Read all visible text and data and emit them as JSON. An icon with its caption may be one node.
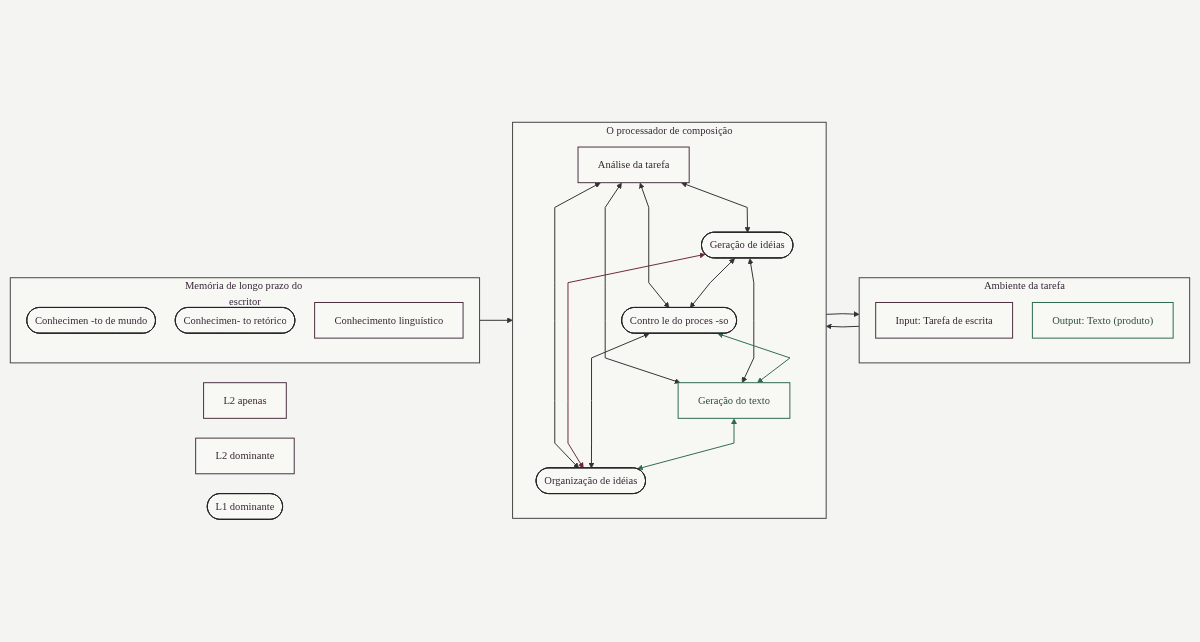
{
  "diagram": {
    "nodes": [
      {
        "text": [
          "Ambiente da tarefa"
        ]
      },
      {
        "text": [
          "Input: Tarefa de escrita"
        ],
        "in": 0
      },
      {
        "text": [
          "Output: Texto (produto)"
        ],
        "in": 0
      },
      {
        "text": [
          "O processador de composição"
        ]
      },
      {
        "text": [
          "Análise da tarefa"
        ],
        "in": 3
      },
      {
        "text": [
          "Geração de idéias"
        ],
        "in": 3
      },
      {
        "text": [
          "Contro le do proces -so"
        ],
        "in": 3
      },
      {
        "text": [
          "Geração do texto"
        ],
        "in": 3
      },
      {
        "text": [
          "Organização de idéias"
        ],
        "in": 3
      },
      {
        "text": [
          "Memória de longo prazo do escritor"
        ]
      },
      {
        "text": [
          "Conhecimen -to de mundo"
        ],
        "in": 9
      },
      {
        "text": [
          "Conhecimen- to retórico"
        ],
        "in": 9
      },
      {
        "text": [
          "Conhecimento linguístico"
        ],
        "in": 9
      },
      {
        "text": [
          "L2 apenas"
        ]
      },
      {
        "text": [
          "L2 dominante"
        ]
      },
      {
        "text": [
          "L1 dominante"
        ]
      }
    ],
    "edges": [
      {
        "from": 0,
        "to": 3,
        "arrow": "to"
      },
      {
        "from": 3,
        "to": 0,
        "arrow": "to"
      },
      {
        "from": 9,
        "to": 3,
        "arrow": "to"
      },
      {
        "from": 4,
        "to": 5,
        "arrow": "both"
      },
      {
        "from": 4,
        "to": 6,
        "arrow": "both"
      },
      {
        "from": 4,
        "to": 7,
        "arrow": "both"
      },
      {
        "from": 4,
        "to": 8,
        "arrow": "both"
      },
      {
        "from": 5,
        "to": 6,
        "arrow": "both"
      },
      {
        "from": 5,
        "to": 7,
        "arrow": "both"
      },
      {
        "from": 5,
        "to": 8,
        "arrow": "both",
        "color": "#6b2b3b"
      },
      {
        "from": 6,
        "to": 7,
        "arrow": "both",
        "color": "#2f6b4f"
      },
      {
        "from": 6,
        "to": 8,
        "arrow": "both"
      },
      {
        "from": 7,
        "to": 8,
        "arrow": "both",
        "color": "#2f6b4f"
      }
    ]
  }
}
